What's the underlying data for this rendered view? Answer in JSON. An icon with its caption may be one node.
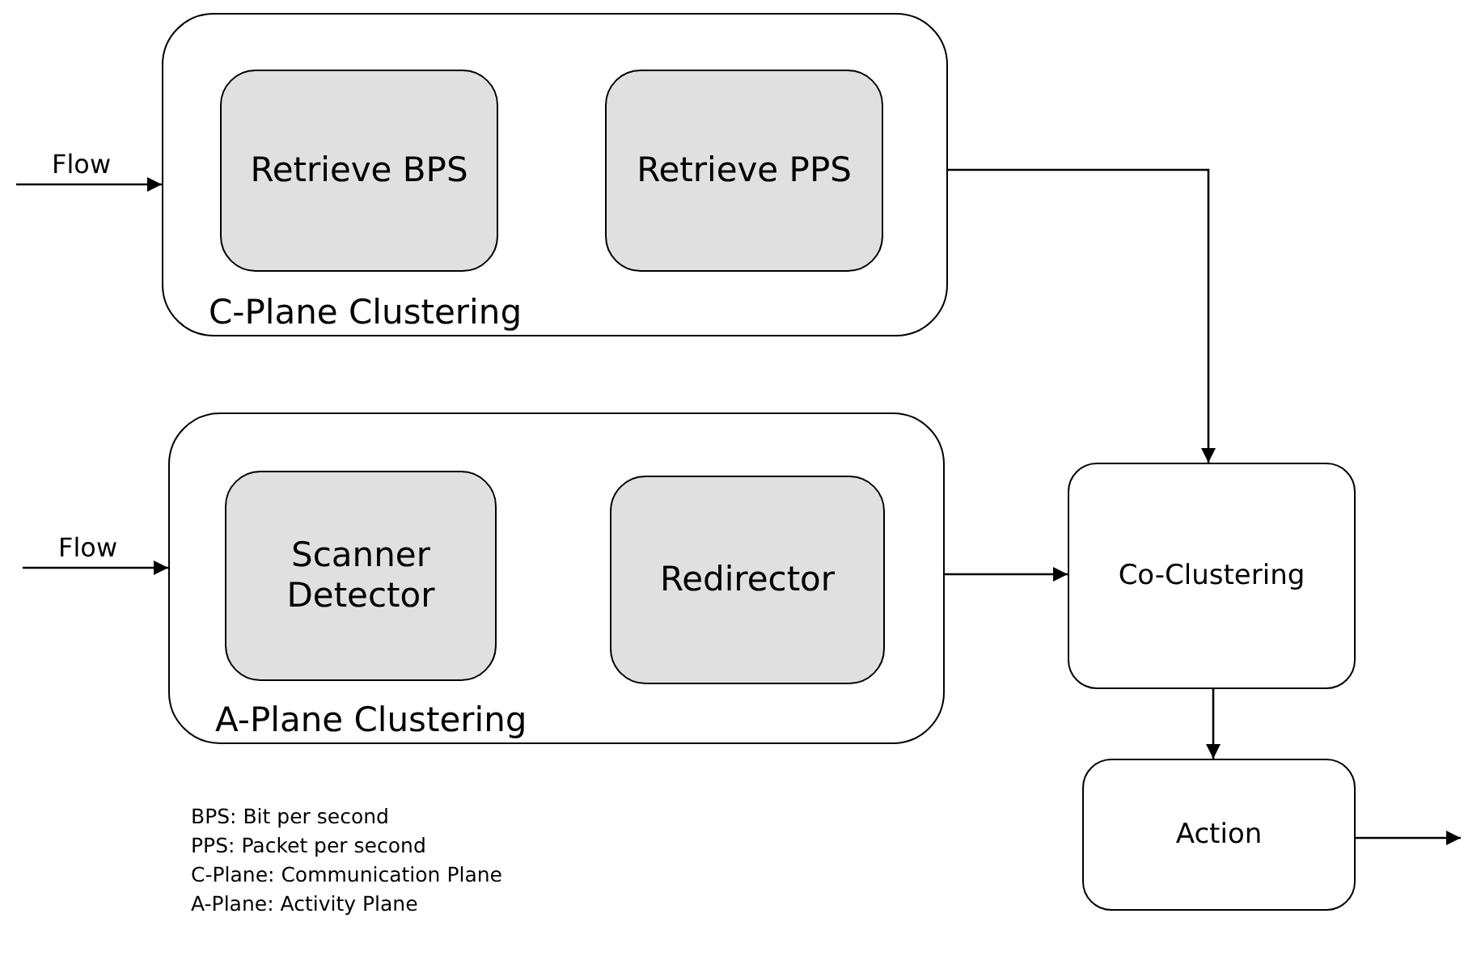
{
  "diagram": {
    "nodes": [
      {
        "text": [
          "C-Plane Clustering"
        ]
      },
      {
        "text": [
          "Retrieve BPS"
        ],
        "in": 0
      },
      {
        "text": [
          "Retrieve PPS"
        ],
        "in": 0
      },
      {
        "text": [
          "A-Plane Clustering"
        ]
      },
      {
        "text": [
          "Scanner Detector"
        ],
        "in": 3
      },
      {
        "text": [
          "Redirector"
        ],
        "in": 3
      },
      {
        "text": [
          "Co-Clustering"
        ]
      },
      {
        "text": [
          "Action"
        ]
      }
    ],
    "edges": [
      {
        "from": null,
        "to": 0,
        "arrow": "to",
        "label": "Flow"
      },
      {
        "from": null,
        "to": 3,
        "arrow": "to",
        "label": "Flow"
      },
      {
        "from": 0,
        "to": 6,
        "arrow": "to"
      },
      {
        "from": 3,
        "to": 6,
        "arrow": "to"
      },
      {
        "from": 6,
        "to": 7,
        "arrow": "to"
      },
      {
        "from": 7,
        "to": null,
        "arrow": "to"
      }
    ],
    "labels": [
      "BPS: Bit per second",
      "PPS: Packet per second",
      "C-Plane: Communication Plane",
      "A-Plane: Activity Plane"
    ]
  }
}
